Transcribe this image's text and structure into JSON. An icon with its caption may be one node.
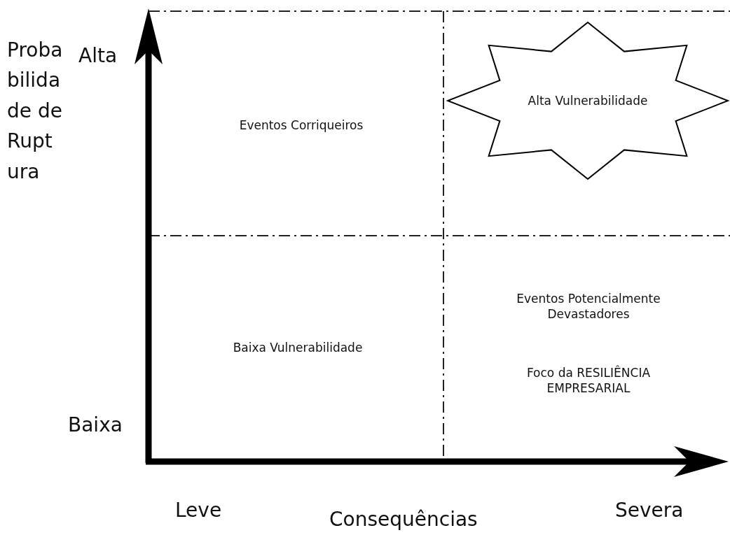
{
  "diagram": {
    "nodes": [
      {
        "text": [
          "Alta Vulnerabilidade"
        ]
      }
    ],
    "labels": [
      "Probabilidade de Ruptura",
      "Alta",
      "Eventos Corriqueiros",
      "Baixa Vulnerabilidade",
      "Eventos Potencialmente Devastadores",
      "Foco da RESILIÊNCIA EMPRESARIAL",
      "Baixa",
      "Leve",
      "Consequências",
      "Severa"
    ]
  }
}
